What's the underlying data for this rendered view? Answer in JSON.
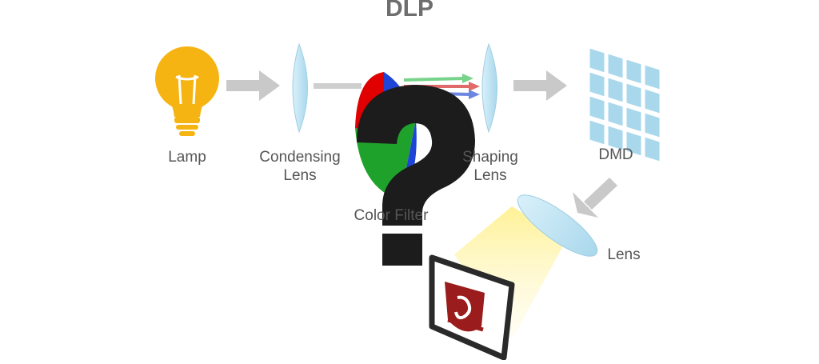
{
  "diagram": {
    "title": "DLP",
    "labels": {
      "lamp": "Lamp",
      "condensing_lens_1": "Condensing",
      "condensing_lens_2": "Lens",
      "color_filter": "Color Filter",
      "shaping_lens_1": "Shaping",
      "shaping_lens_2": "Lens",
      "dmd": "DMD",
      "lens": "Lens"
    },
    "colors": {
      "bulb": "#F6B413",
      "lens": "#BFE3F2",
      "arrow": "#C9C9C9",
      "red": "#E00000",
      "green": "#1FA22C",
      "blue": "#1F45D6",
      "question_mark": "#1C1C1C",
      "light_beam": "#FFF3B0",
      "emblem": "#9A1C1C"
    },
    "icons": {
      "bulb": "lightbulb-icon",
      "question": "question-mark-icon",
      "emblem": "emblem-icon"
    }
  }
}
